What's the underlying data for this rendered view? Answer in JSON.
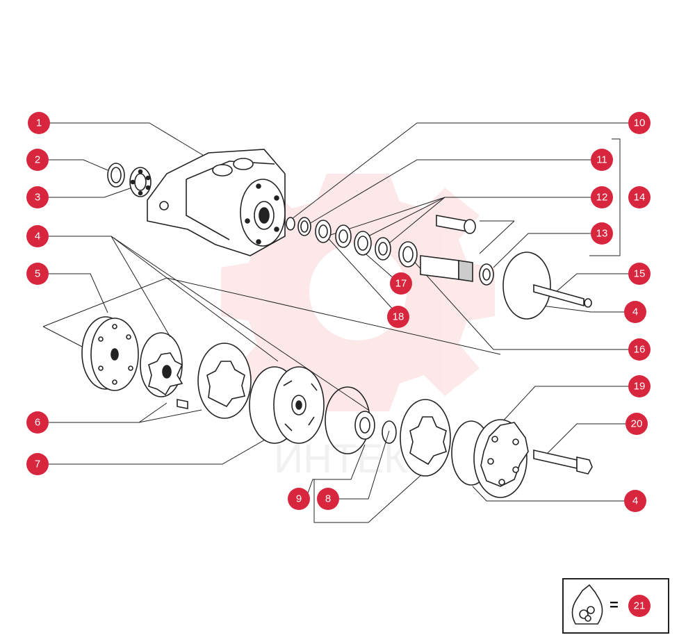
{
  "diagram": {
    "watermark_text": "ИНТЕК",
    "callout_color": "#d8263e",
    "callouts": [
      {
        "id": "c1",
        "label": "1"
      },
      {
        "id": "c2",
        "label": "2"
      },
      {
        "id": "c3",
        "label": "3"
      },
      {
        "id": "c4a",
        "label": "4"
      },
      {
        "id": "c5",
        "label": "5"
      },
      {
        "id": "c6",
        "label": "6"
      },
      {
        "id": "c7",
        "label": "7"
      },
      {
        "id": "c9",
        "label": "9"
      },
      {
        "id": "c8",
        "label": "8"
      },
      {
        "id": "c10",
        "label": "10"
      },
      {
        "id": "c11",
        "label": "11"
      },
      {
        "id": "c12",
        "label": "12"
      },
      {
        "id": "c14",
        "label": "14"
      },
      {
        "id": "c13",
        "label": "13"
      },
      {
        "id": "c15",
        "label": "15"
      },
      {
        "id": "c4b",
        "label": "4"
      },
      {
        "id": "c16",
        "label": "16"
      },
      {
        "id": "c17",
        "label": "17"
      },
      {
        "id": "c18",
        "label": "18"
      },
      {
        "id": "c19",
        "label": "19"
      },
      {
        "id": "c20",
        "label": "20"
      },
      {
        "id": "c4c",
        "label": "4"
      },
      {
        "id": "c21",
        "label": "21"
      }
    ],
    "legend": {
      "equals_sign": "=",
      "icon": "seal-kit-bag-icon"
    }
  }
}
